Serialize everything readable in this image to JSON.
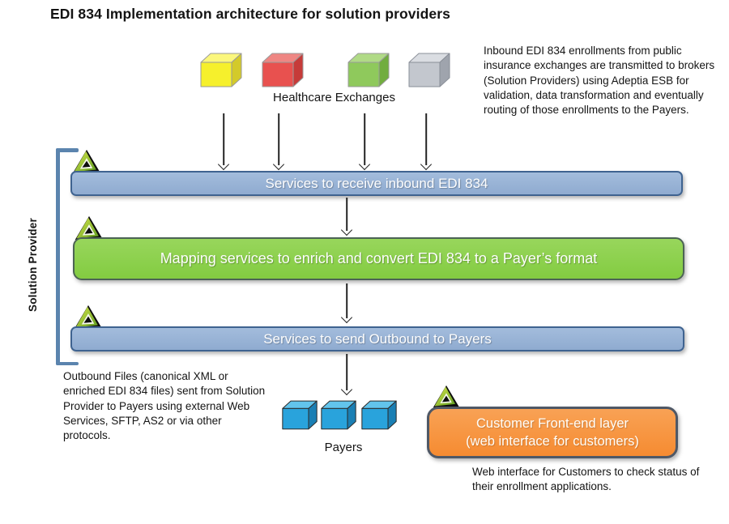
{
  "title": "EDI 834 Implementation architecture for solution providers",
  "exchanges": {
    "label": "Healthcare Exchanges",
    "cube_colors": [
      "#f6f02c",
      "#e8514f",
      "#8fc95c",
      "#c3c7ce"
    ]
  },
  "notes": {
    "inbound": "Inbound  EDI 834 enrollments from public insurance exchanges are transmitted to brokers (Solution Providers) using Adeptia ESB for validation, data transformation and eventually routing of those enrollments to the Payers.",
    "outbound": "Outbound  Files (canonical XML or enriched  EDI 834 files) sent from Solution Provider  to Payers using external Web Services, SFTP, AS2 or via other protocols.",
    "web_interface": "Web interface for Customers to check status of their enrollment applications."
  },
  "layers": {
    "receive": "Services to receive inbound EDI 834",
    "mapping": "Mapping services to enrich and convert EDI 834 to a Payer’s format",
    "send": "Services to send Outbound to Payers"
  },
  "frontend": {
    "line1": "Customer  Front-end  layer",
    "line2": "(web interface for customers)"
  },
  "solution_provider": "Solution Provider",
  "payers": {
    "label": "Payers",
    "cube_color": "#29a3dc"
  },
  "logo": "adeptia-triangle-logo",
  "colors": {
    "service_bar_fill": "#95b3d7",
    "service_bar_border": "#3f6390",
    "mapping_bar_fill": "#8cd04a",
    "mapping_bar_border": "#4c6355",
    "frontend_fill": "#f79646",
    "frontend_border": "#4f5866",
    "bracket": "#5b84ae",
    "logo_green": "#8cc63e",
    "arrow": "#242424"
  }
}
